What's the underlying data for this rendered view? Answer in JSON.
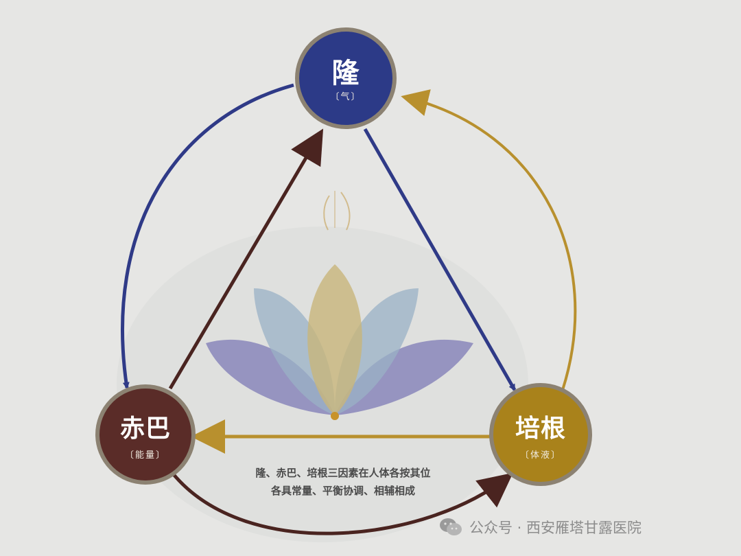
{
  "nodes": {
    "top": {
      "label": "隆",
      "sublabel": "〔气〕",
      "color": "#2c3a87"
    },
    "left": {
      "label": "赤巴",
      "sublabel": "〔能量〕",
      "color": "#5a2c28"
    },
    "right": {
      "label": "培根",
      "sublabel": "〔体液〕",
      "color": "#a9821b"
    }
  },
  "caption": {
    "line1": "隆、赤巴、培根三因素在人体各按其位",
    "line2": "各具常量、平衡协调、相辅相成"
  },
  "watermark": {
    "text": "公众号 · 西安雁塔甘露医院",
    "icon": "wechat-icon"
  },
  "colors": {
    "blue_arrow": "#2f3a87",
    "gold_arrow": "#b8902e",
    "brown_arrow": "#4a2420",
    "node_ring": "#8c8272"
  }
}
